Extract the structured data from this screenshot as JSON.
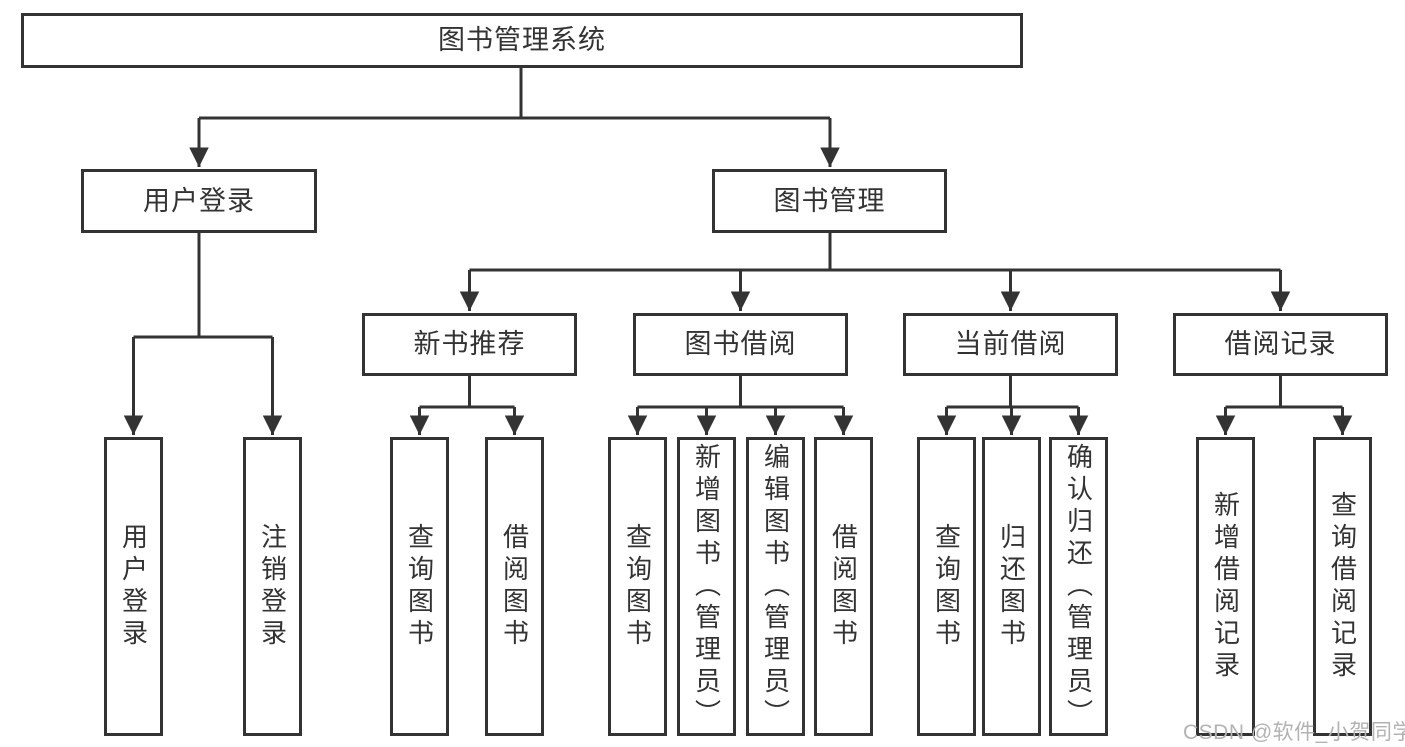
{
  "diagram": {
    "root": {
      "label": "图书管理系统",
      "children": [
        {
          "label": "用户登录",
          "children": [
            {
              "label": "用户登录"
            },
            {
              "label": "注销登录"
            }
          ]
        },
        {
          "label": "图书管理",
          "children": [
            {
              "label": "新书推荐",
              "children": [
                {
                  "label": "查询图书"
                },
                {
                  "label": "借阅图书"
                }
              ]
            },
            {
              "label": "图书借阅",
              "children": [
                {
                  "label": "查询图书"
                },
                {
                  "label": "新增图书（管理员）"
                },
                {
                  "label": "编辑图书（管理员）"
                },
                {
                  "label": "借阅图书"
                }
              ]
            },
            {
              "label": "当前借阅",
              "children": [
                {
                  "label": "查询图书"
                },
                {
                  "label": "归还图书"
                },
                {
                  "label": "确认归还（管理员）"
                }
              ]
            },
            {
              "label": "借阅记录",
              "children": [
                {
                  "label": "新增借阅记录"
                },
                {
                  "label": "查询借阅记录"
                }
              ]
            }
          ]
        }
      ]
    }
  },
  "watermark": {
    "text": "CSDN @软件_小贺同学"
  },
  "colors": {
    "line": "#333333",
    "text": "#333333",
    "watermark": "#b3b3b3",
    "background": "#ffffff"
  }
}
